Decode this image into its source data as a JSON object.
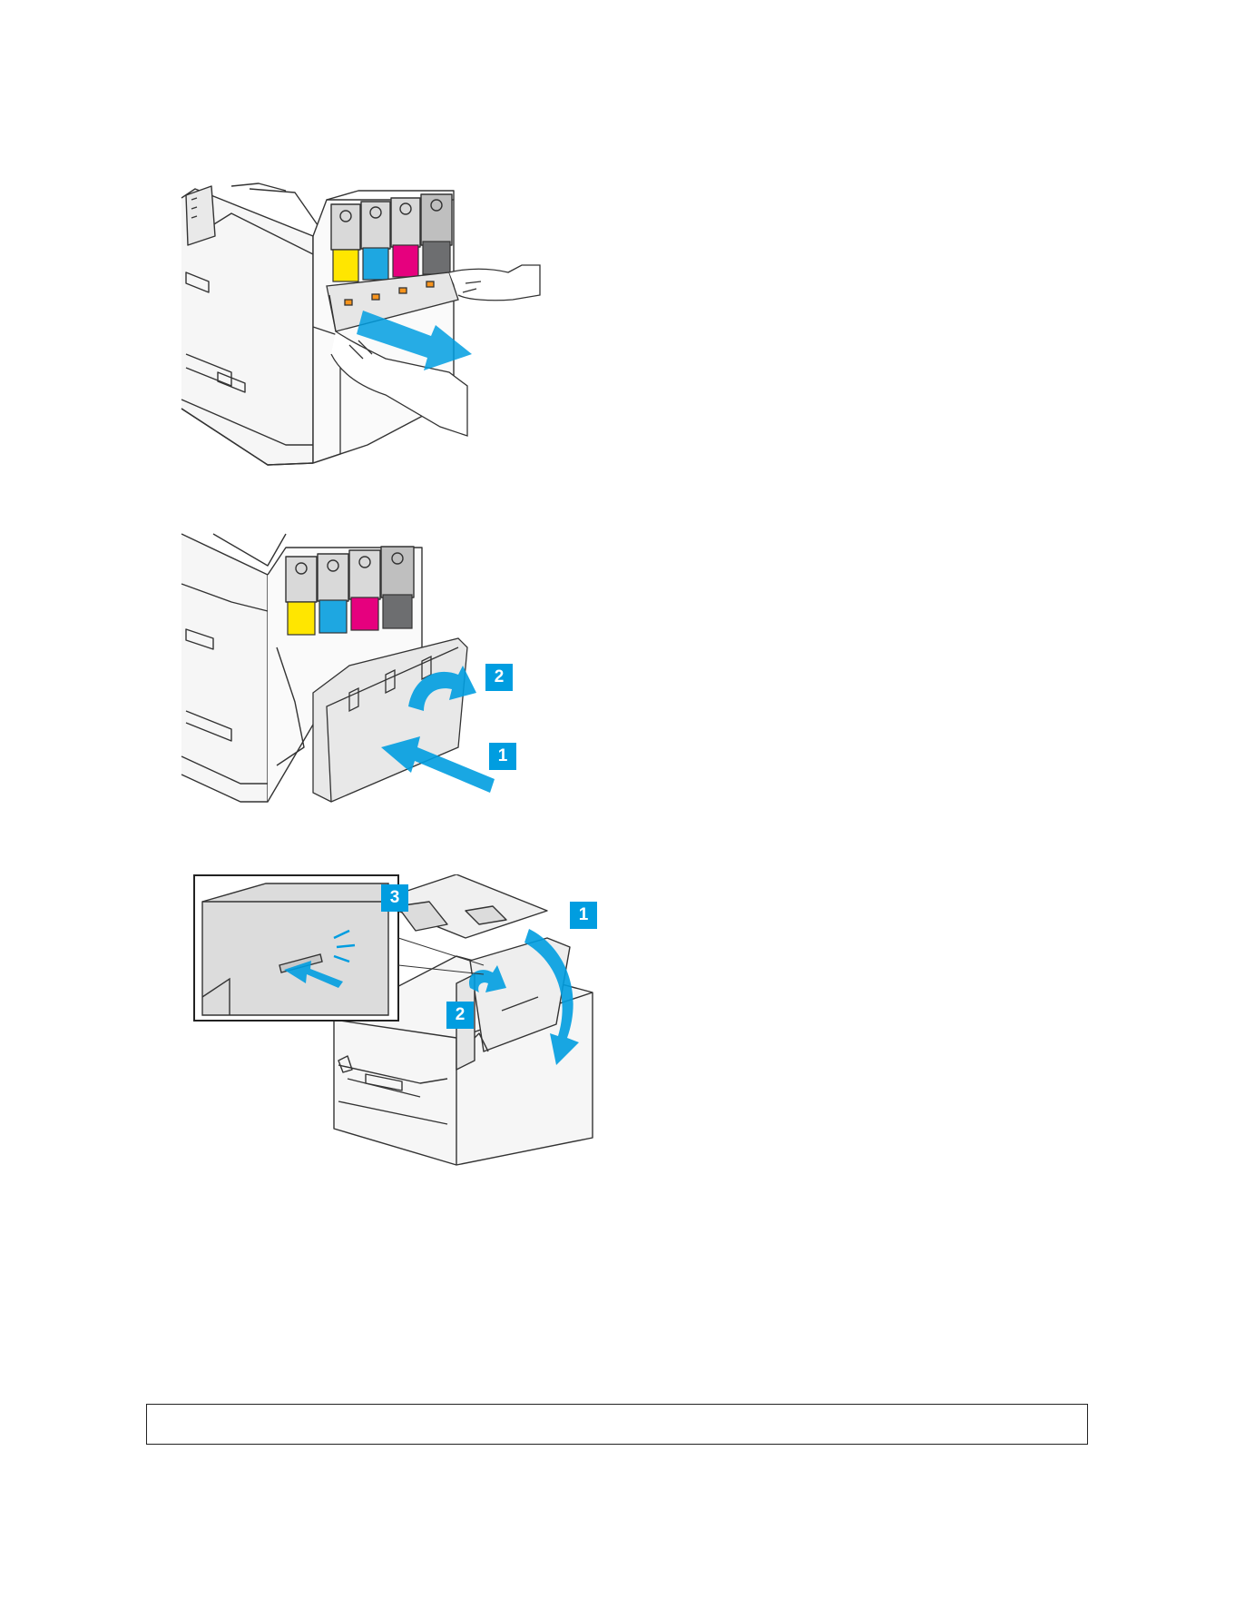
{
  "figures": [
    {
      "callouts": []
    },
    {
      "callouts": [
        "2",
        "1"
      ]
    },
    {
      "callouts": [
        "3",
        "1",
        "2"
      ]
    }
  ],
  "note_box": {
    "text": ""
  },
  "footer": {
    "text": ""
  },
  "colors": {
    "callout_blue": "#009de0",
    "toner_yellow": "#ffe600",
    "toner_cyan": "#1ea7e1",
    "toner_magenta": "#e6007e",
    "toner_black": "#6d6e70"
  }
}
